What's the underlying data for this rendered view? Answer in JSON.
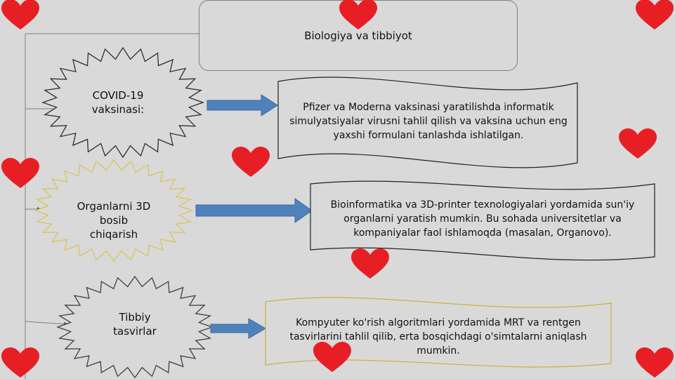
{
  "title": "Biologiya va tibbiyot",
  "items": [
    {
      "label_lines": [
        "COVID-19",
        "vaksinasi:"
      ],
      "description_lines": [
        "Pfizer va Moderna vaksinasi yaratilishda informatik",
        "simulyatsiyalar virusni tahlil qilish va vaksina uchun eng",
        "yaxshi formulani tanlashda ishlatilgan."
      ]
    },
    {
      "label_lines": [
        "Organlarni 3D",
        "bosib",
        "chiqarish"
      ],
      "description_lines": [
        "Bioinformatika va 3D-printer texnologiyalari yordamida sun'iy",
        "organlarni yaratish mumkin. Bu sohada universitetlar va",
        "kompaniyalar faol ishlamoqda (masalan, Organovo)."
      ]
    },
    {
      "label_lines": [
        "Tibbiy",
        "tasvirlar"
      ],
      "description_lines": [
        "Kompyuter ko'rish algoritmlari yordamida MRT va rentgen",
        "tasvirlarini tahlil qilib, erta bosqichdagi o'simtalarni aniqlash",
        "mumkin."
      ]
    }
  ],
  "colors": {
    "background": "#d9d9d9",
    "arrow": "#4f81bd",
    "heart": "#e81e25",
    "star1_outline": "#2f2f2f",
    "star2_outline": "#d9c35c",
    "star3_outline": "#3f3f3f",
    "banner3_outline": "#c9b237",
    "connector": "#7f7f7f"
  }
}
